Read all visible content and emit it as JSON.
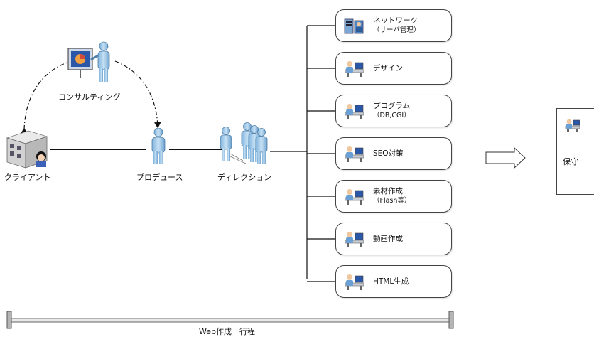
{
  "nodes": {
    "client": "クライアント",
    "consulting": "コンサルティング",
    "produce": "プロデュース",
    "direction": "ディレクション",
    "maintenance": "保守"
  },
  "services": [
    {
      "label": "ネットワーク",
      "sub": "（サーバ管理）",
      "icon": "server-admin-icon"
    },
    {
      "label": "デザイン",
      "sub": "",
      "icon": "desk-worker-icon"
    },
    {
      "label": "プログラム",
      "sub": "（DB,CGI）",
      "icon": "desk-worker-icon"
    },
    {
      "label": "SEO対策",
      "sub": "",
      "icon": "desk-worker-icon"
    },
    {
      "label": "素材作成",
      "sub": "（Flash等）",
      "icon": "desk-worker-icon"
    },
    {
      "label": "動画作成",
      "sub": "",
      "icon": "desk-worker-icon"
    },
    {
      "label": "HTML生成",
      "sub": "",
      "icon": "desk-worker-icon"
    }
  ],
  "timeline_label": "Web作成　行程",
  "colors": {
    "person": "#9cc6e6",
    "person_stroke": "#4d7fa8",
    "building": "#d4d4d4",
    "line": "#111111"
  }
}
